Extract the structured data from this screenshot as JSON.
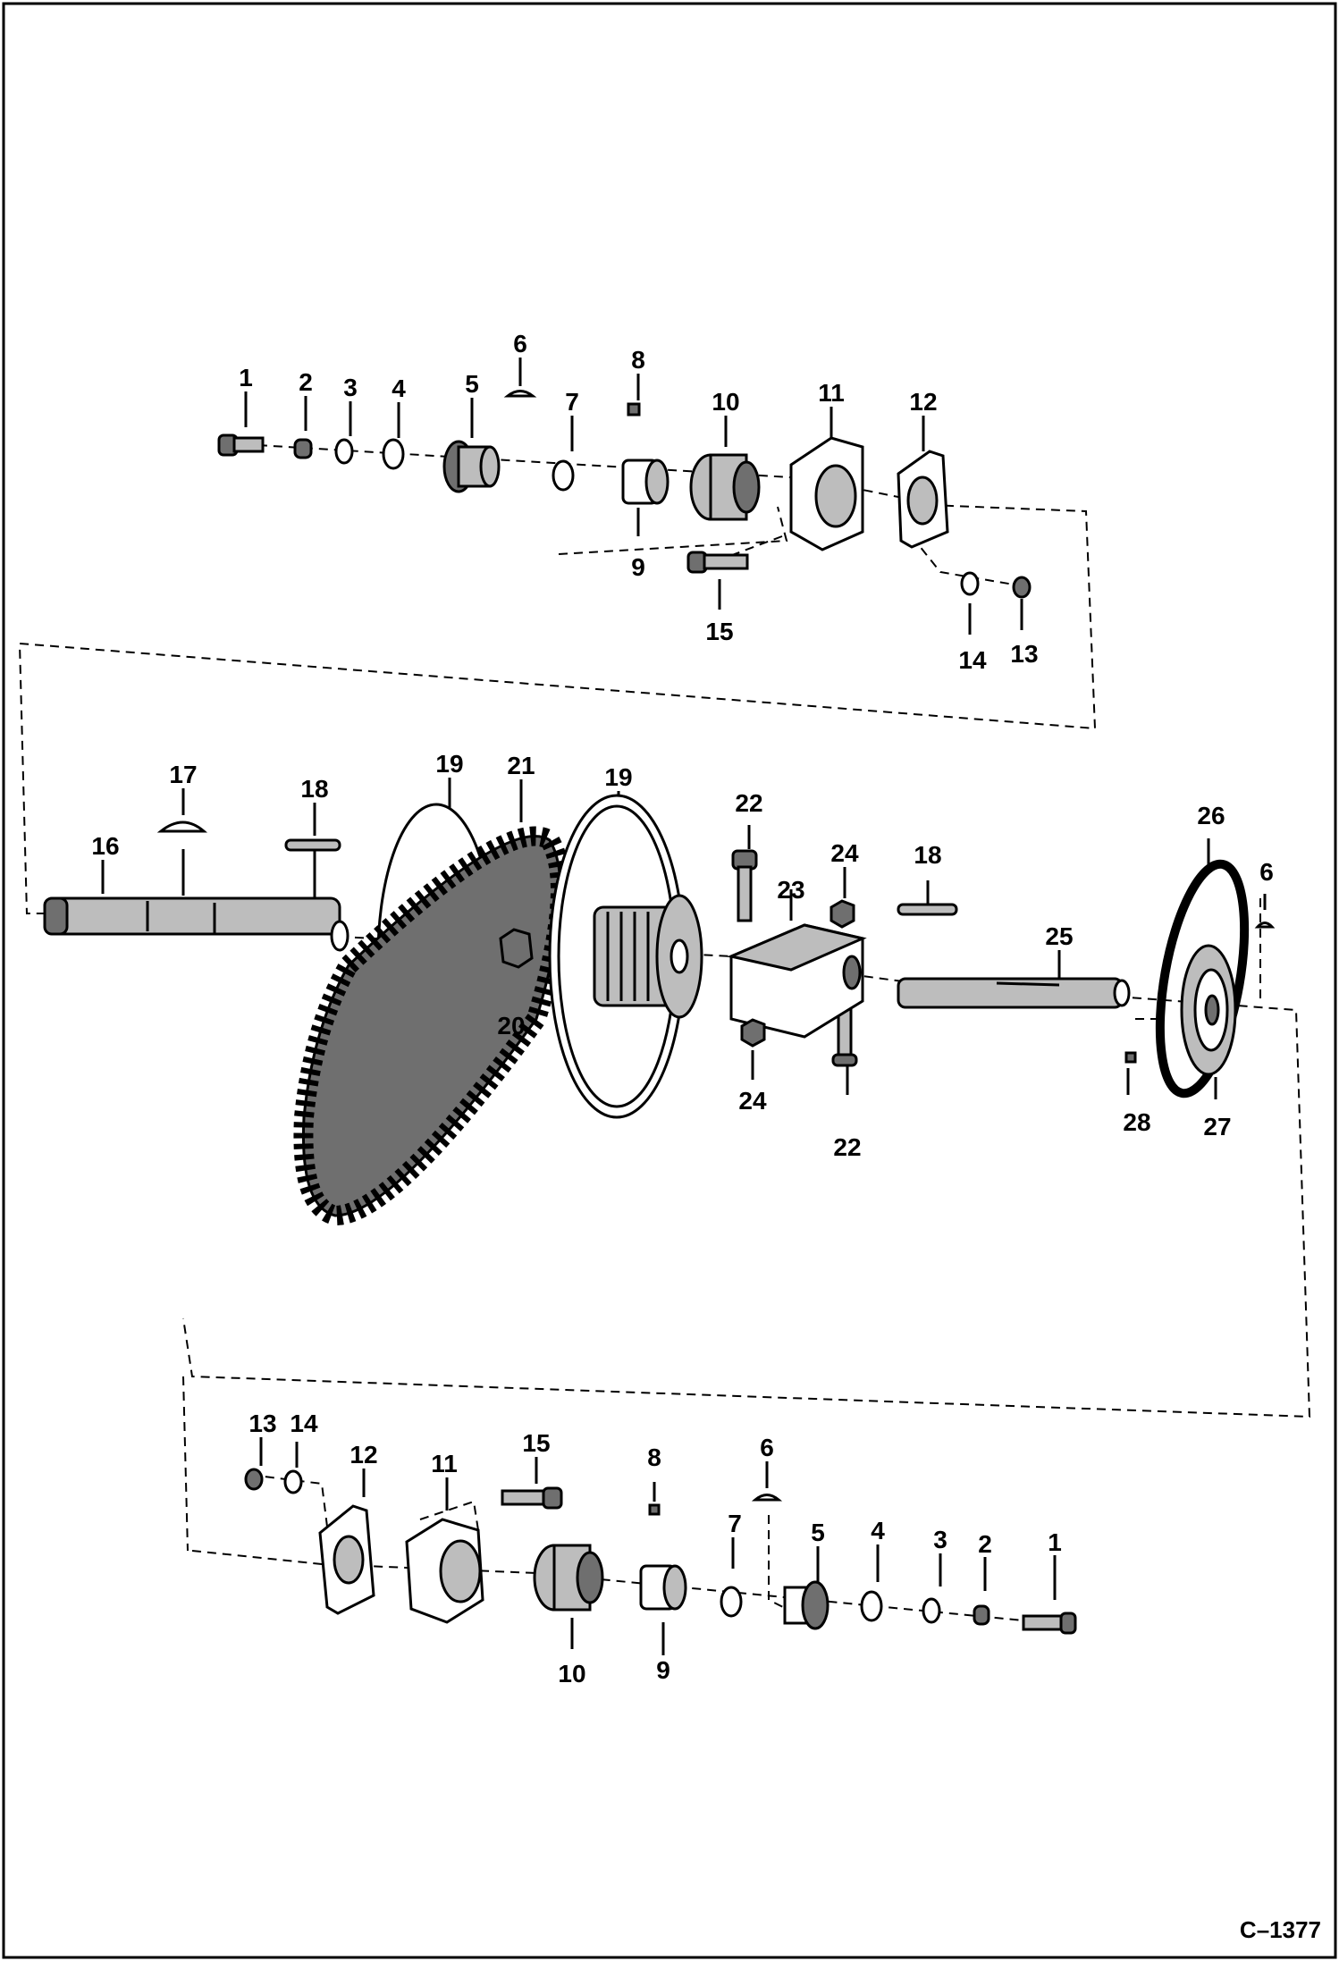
{
  "figure_id": "C–1377",
  "callouts": [
    {
      "id": "top-1",
      "text": "1"
    },
    {
      "id": "top-2",
      "text": "2"
    },
    {
      "id": "top-3",
      "text": "3"
    },
    {
      "id": "top-4",
      "text": "4"
    },
    {
      "id": "top-5",
      "text": "5"
    },
    {
      "id": "top-6",
      "text": "6"
    },
    {
      "id": "top-7",
      "text": "7"
    },
    {
      "id": "top-8",
      "text": "8"
    },
    {
      "id": "top-9",
      "text": "9"
    },
    {
      "id": "top-10",
      "text": "10"
    },
    {
      "id": "top-11",
      "text": "11"
    },
    {
      "id": "top-12",
      "text": "12"
    },
    {
      "id": "top-13",
      "text": "13"
    },
    {
      "id": "top-14",
      "text": "14"
    },
    {
      "id": "top-15",
      "text": "15"
    },
    {
      "id": "mid-16",
      "text": "16"
    },
    {
      "id": "mid-17",
      "text": "17"
    },
    {
      "id": "mid-18a",
      "text": "18"
    },
    {
      "id": "mid-19a",
      "text": "19"
    },
    {
      "id": "mid-21",
      "text": "21"
    },
    {
      "id": "mid-19b",
      "text": "19"
    },
    {
      "id": "mid-20",
      "text": "20"
    },
    {
      "id": "mid-22a",
      "text": "22"
    },
    {
      "id": "mid-23",
      "text": "23"
    },
    {
      "id": "mid-24a",
      "text": "24"
    },
    {
      "id": "mid-24b",
      "text": "24"
    },
    {
      "id": "mid-22b",
      "text": "22"
    },
    {
      "id": "mid-18b",
      "text": "18"
    },
    {
      "id": "mid-25",
      "text": "25"
    },
    {
      "id": "mid-26",
      "text": "26"
    },
    {
      "id": "mid-6",
      "text": "6"
    },
    {
      "id": "mid-28",
      "text": "28"
    },
    {
      "id": "mid-27",
      "text": "27"
    },
    {
      "id": "bot-13",
      "text": "13"
    },
    {
      "id": "bot-14",
      "text": "14"
    },
    {
      "id": "bot-12",
      "text": "12"
    },
    {
      "id": "bot-11",
      "text": "11"
    },
    {
      "id": "bot-15",
      "text": "15"
    },
    {
      "id": "bot-8",
      "text": "8"
    },
    {
      "id": "bot-6",
      "text": "6"
    },
    {
      "id": "bot-7",
      "text": "7"
    },
    {
      "id": "bot-5",
      "text": "5"
    },
    {
      "id": "bot-4",
      "text": "4"
    },
    {
      "id": "bot-3",
      "text": "3"
    },
    {
      "id": "bot-2",
      "text": "2"
    },
    {
      "id": "bot-1",
      "text": "1"
    },
    {
      "id": "bot-10",
      "text": "10"
    },
    {
      "id": "bot-9",
      "text": "9"
    }
  ]
}
